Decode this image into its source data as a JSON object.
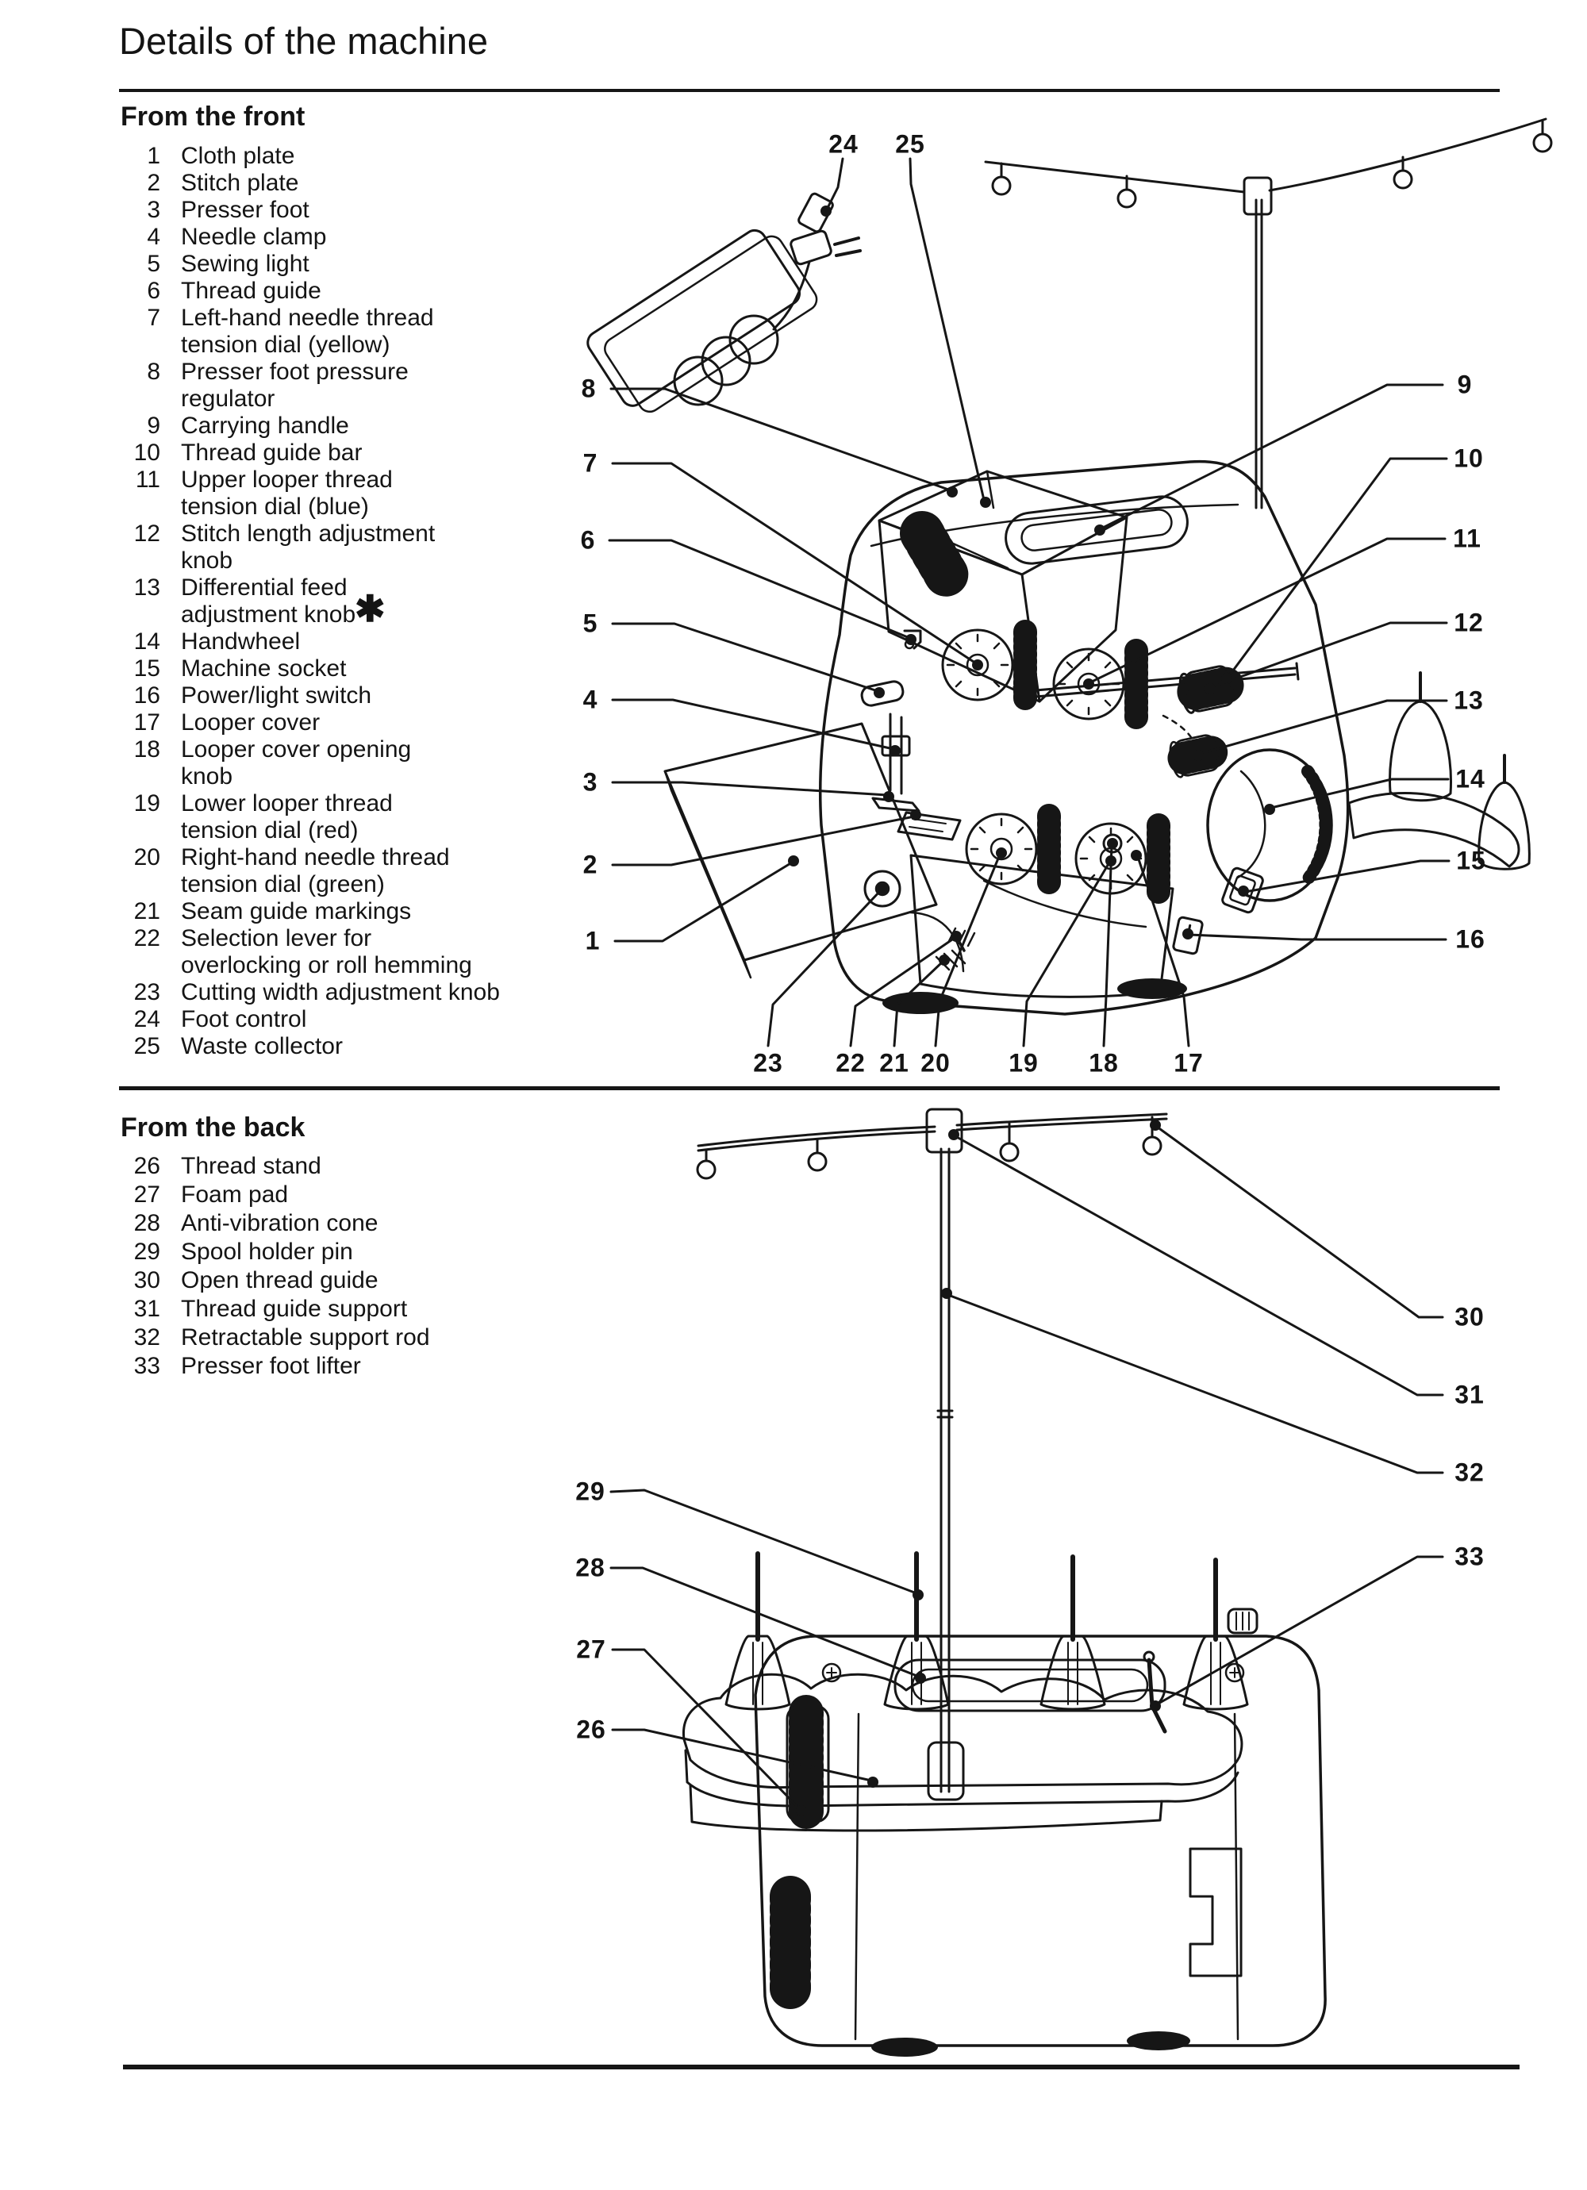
{
  "page": {
    "title": "Details of the machine"
  },
  "front": {
    "heading": "From the front",
    "asterisk": "✱",
    "items": [
      {
        "num": "1",
        "label": "Cloth plate"
      },
      {
        "num": "2",
        "label": "Stitch plate"
      },
      {
        "num": "3",
        "label": "Presser foot"
      },
      {
        "num": "4",
        "label": "Needle clamp"
      },
      {
        "num": "5",
        "label": "Sewing light"
      },
      {
        "num": "6",
        "label": "Thread guide"
      },
      {
        "num": "7",
        "label": "Left-hand needle thread\ntension dial (yellow)"
      },
      {
        "num": "8",
        "label": "Presser foot pressure\nregulator"
      },
      {
        "num": "9",
        "label": "Carrying handle"
      },
      {
        "num": "10",
        "label": "Thread guide bar"
      },
      {
        "num": "11",
        "label": "Upper looper thread\ntension dial (blue)"
      },
      {
        "num": "12",
        "label": "Stitch length adjustment\nknob"
      },
      {
        "num": "13",
        "label": "Differential feed\nadjustment knob"
      },
      {
        "num": "14",
        "label": "Handwheel"
      },
      {
        "num": "15",
        "label": "Machine socket"
      },
      {
        "num": "16",
        "label": "Power/light switch"
      },
      {
        "num": "17",
        "label": "Looper cover"
      },
      {
        "num": "18",
        "label": "Looper cover opening\nknob"
      },
      {
        "num": "19",
        "label": "Lower looper thread\ntension dial (red)"
      },
      {
        "num": "20",
        "label": "Right-hand needle thread\ntension dial (green)"
      },
      {
        "num": "21",
        "label": "Seam guide markings"
      },
      {
        "num": "22",
        "label": "Selection lever for\noverlocking or roll hemming"
      },
      {
        "num": "23",
        "label": "Cutting width adjustment knob"
      },
      {
        "num": "24",
        "label": "Foot control"
      },
      {
        "num": "25",
        "label": "Waste collector"
      }
    ],
    "callouts": [
      "1",
      "2",
      "3",
      "4",
      "5",
      "6",
      "7",
      "8",
      "9",
      "10",
      "11",
      "12",
      "13",
      "14",
      "15",
      "16",
      "17",
      "18",
      "19",
      "20",
      "21",
      "22",
      "23",
      "24",
      "25"
    ]
  },
  "back": {
    "heading": "From the back",
    "items": [
      {
        "num": "26",
        "label": "Thread stand"
      },
      {
        "num": "27",
        "label": "Foam pad"
      },
      {
        "num": "28",
        "label": "Anti-vibration cone"
      },
      {
        "num": "29",
        "label": "Spool holder pin"
      },
      {
        "num": "30",
        "label": "Open thread guide"
      },
      {
        "num": "31",
        "label": "Thread guide support"
      },
      {
        "num": "32",
        "label": "Retractable support rod"
      },
      {
        "num": "33",
        "label": "Presser foot lifter"
      }
    ],
    "callouts": [
      "26",
      "27",
      "28",
      "29",
      "30",
      "31",
      "32",
      "33"
    ]
  }
}
